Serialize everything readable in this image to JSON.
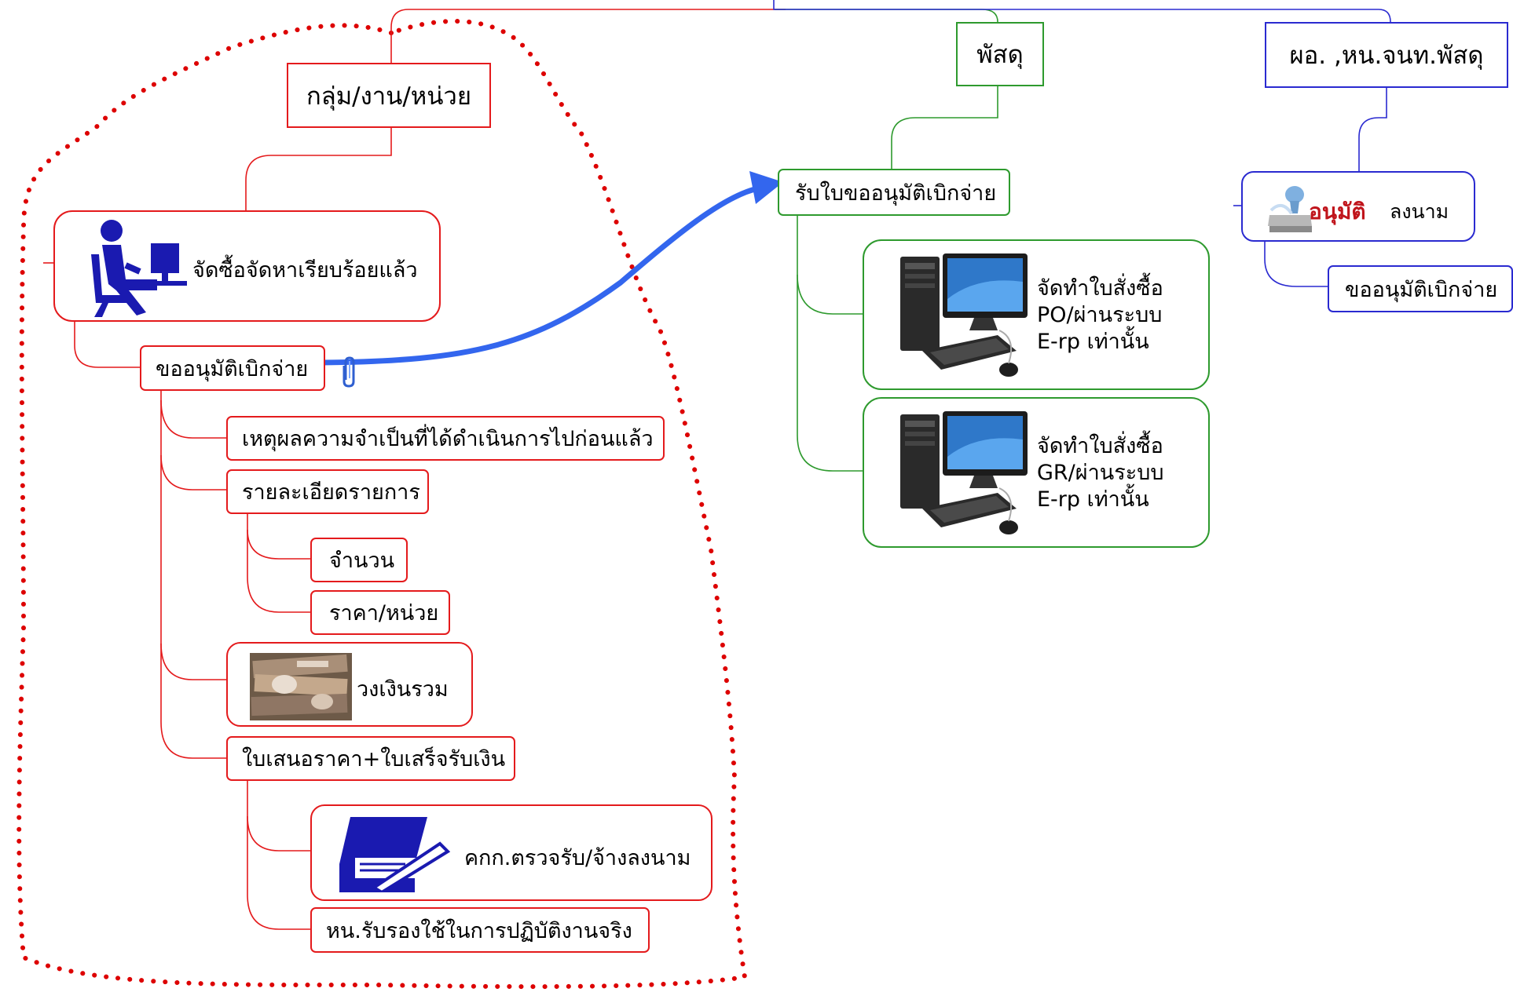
{
  "nodes": {
    "group_unit": "กลุ่ม/งาน/หน่วย",
    "procurement_done": "จัดซื้อจัดหาเรียบร้อยแล้ว",
    "request_approval": "ขออนุมัติเบิกจ่าย",
    "reason": "เหตุผลความจำเป็นที่ได้ดำเนินการไปก่อนแล้ว",
    "item_details": "รายละเอียดรายการ",
    "quantity": "จำนวน",
    "unit_price": "ราคา/หน่วย",
    "total_amount": "วงเงินรวม",
    "quotation_receipt": "ใบเสนอราคา+ใบเสร็จรับเงิน",
    "committee_sign": "คกก.ตรวจรับ/จ้างลงนาม",
    "head_certify": "หน.รับรองใช้ในการปฏิบัติงานจริง",
    "supplies": "พัสดุ",
    "receive_request": "รับใบขออนุมัติเบิกจ่าย",
    "po_erp": "จัดทำใบสั่งซื้อ\nPO/ผ่านระบบ\nE-rp เท่านั้น",
    "gr_erp": "จัดทำใบสั่งซื้อ\nGR/ผ่านระบบ\nE-rp เท่านั้น",
    "director": "ผอ. ,หน.จนท.พัสดุ",
    "approve_stamp": "อนุมัติ",
    "sign": "ลงนาม",
    "director_request": "ขออนุมัติเบิกจ่าย"
  },
  "icons": {
    "worker": "person-at-computer-icon",
    "money": "banknotes-icon",
    "signing": "document-signing-icon",
    "computer": "desktop-computer-icon",
    "stamp": "approval-stamp-icon",
    "attachment": "paperclip-icon"
  },
  "colors": {
    "left_branch": "#e41a1c",
    "supplies_branch": "#2e9a2e",
    "director_branch": "#2a2ad0",
    "flow_arrow": "#3366ee",
    "dotted_boundary": "#dd0000",
    "stamp_text": "#c0141b"
  }
}
